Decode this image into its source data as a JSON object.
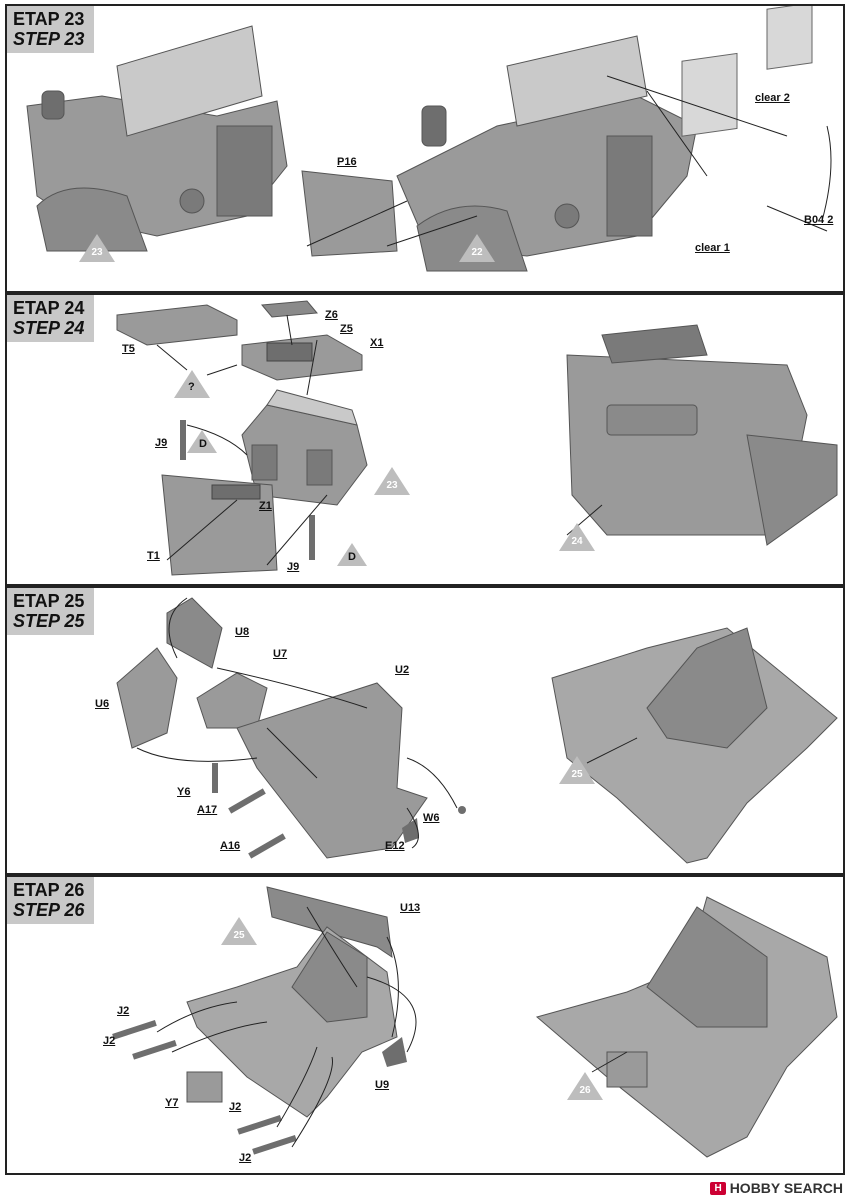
{
  "steps": [
    {
      "etap": "ETAP 23",
      "step": "STEP 23",
      "labels": [
        "P16",
        "clear 2",
        "B04 2",
        "clear 1"
      ],
      "markers": [
        "23",
        "22"
      ]
    },
    {
      "etap": "ETAP 24",
      "step": "STEP 24",
      "labels": [
        "Z6",
        "Z5",
        "X1",
        "T5",
        "?",
        "J9",
        "D",
        "Z1",
        "T1",
        "J9",
        "D"
      ],
      "markers": [
        "23",
        "24"
      ]
    },
    {
      "etap": "ETAP 25",
      "step": "STEP 25",
      "labels": [
        "U8",
        "U7",
        "U2",
        "U6",
        "Y6",
        "A17",
        "W6",
        "A16",
        "E12"
      ],
      "markers": [
        "25"
      ]
    },
    {
      "etap": "ETAP 26",
      "step": "STEP 26",
      "labels": [
        "U13",
        "J2",
        "J2",
        "U9",
        "Y7",
        "J2",
        "J2"
      ],
      "markers": [
        "25",
        "26"
      ]
    }
  ],
  "watermark": {
    "badge": "H",
    "text": "HOBBY SEARCH"
  },
  "colors": {
    "part_fill": "#9a9a9a",
    "part_dark": "#7a7a7a",
    "marker": "#bdbdbd",
    "tag_bg": "#c8c8c8"
  }
}
